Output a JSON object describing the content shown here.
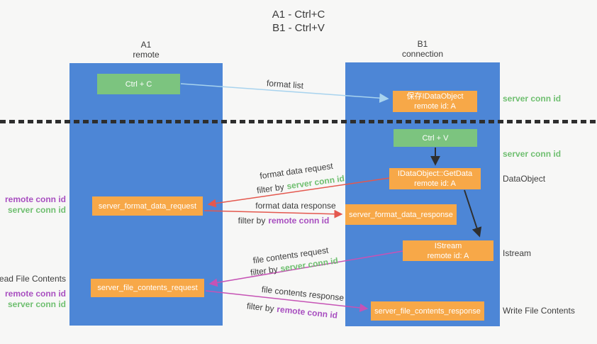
{
  "title": {
    "line1": "A1 - Ctrl+C",
    "line2": "B1 - Ctrl+V"
  },
  "columns": {
    "a": {
      "name": "A1",
      "role": "remote"
    },
    "b": {
      "name": "B1",
      "role": "connection"
    }
  },
  "boxes": {
    "ctrl_c": {
      "label": "Ctrl + C"
    },
    "save_dataobject": {
      "line1": "保存IDataObject",
      "line2": "remote id: A"
    },
    "ctrl_v": {
      "label": "Ctrl + V"
    },
    "getdata": {
      "line1": "IDataObject::GetData",
      "line2": "remote id: A"
    },
    "format_request": {
      "label": "server_format_data_request"
    },
    "format_response": {
      "label": "server_format_data_response"
    },
    "istream": {
      "line1": "IStream",
      "line2": "remote id: A"
    },
    "file_request": {
      "label": "server_file_contents_request"
    },
    "file_response": {
      "label": "server_file_contents_response"
    }
  },
  "flow_labels": {
    "format_list": "format list",
    "format_request": "format data request",
    "format_request_filter": {
      "prefix": "filter by",
      "key": "server conn id"
    },
    "format_response": "format data response",
    "format_response_filter": {
      "prefix": "filter by",
      "key": "remote conn id"
    },
    "file_request": "file contents request",
    "file_request_filter": {
      "prefix": "filter by",
      "key": "server conn id"
    },
    "file_response": "file contents response",
    "file_response_filter": {
      "prefix": "filter by",
      "key": "remote conn id"
    }
  },
  "right_labels": {
    "server_conn_top": "server conn id",
    "server_conn_mid": "server conn id",
    "dataobject": "DataObject",
    "istream": "Istream",
    "write_file_contents": "Write File Contents"
  },
  "left_labels": {
    "format_pair": {
      "remote": "remote conn id",
      "server": "server conn id"
    },
    "read_file_contents": "Read File Contents",
    "file_pair": {
      "remote": "remote conn id",
      "server": "server conn id"
    }
  },
  "colors": {
    "column_blue": "#4d86d6",
    "box_green": "#7cc47f",
    "box_orange": "#f7a848",
    "arrow_light_blue": "#a8d3ee",
    "arrow_red": "#e4584e",
    "arrow_magenta": "#c653b5",
    "arrow_black": "#2f2f2f",
    "text_green": "#6fbf70",
    "text_purple": "#a84fc0",
    "text_dark": "#3d3d3d",
    "background": "#f7f7f6"
  }
}
